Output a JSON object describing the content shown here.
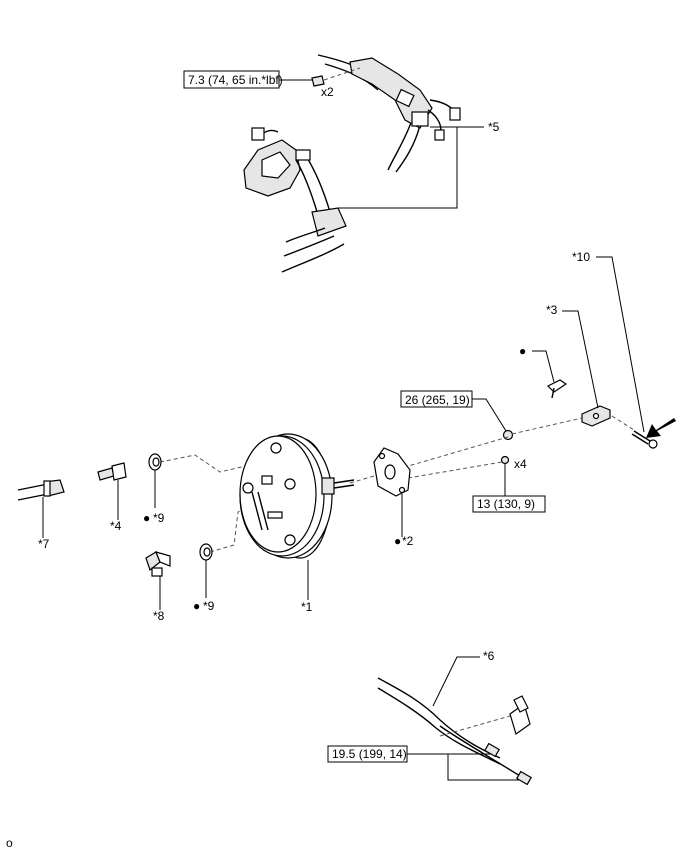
{
  "torque_labels": {
    "mount_bolt": "7.3 (74, 65 in.*lbf)",
    "main_nut": "26 (265, 19)",
    "booster_nut": "13 (130, 9)",
    "pipe_nut": "19.5 (199, 14)"
  },
  "quantities": {
    "mount_bolt": "x2",
    "booster_nut": "x4"
  },
  "callouts": {
    "c1": "*1",
    "c2": "*2",
    "c3": "*3",
    "c4": "*4",
    "c5": "*5",
    "c6": "*6",
    "c7": "*7",
    "c8": "*8",
    "c9a": "*9",
    "c9b": "*9",
    "c10": "*10"
  },
  "non_reusable_marker": "●",
  "figure_id": "o"
}
